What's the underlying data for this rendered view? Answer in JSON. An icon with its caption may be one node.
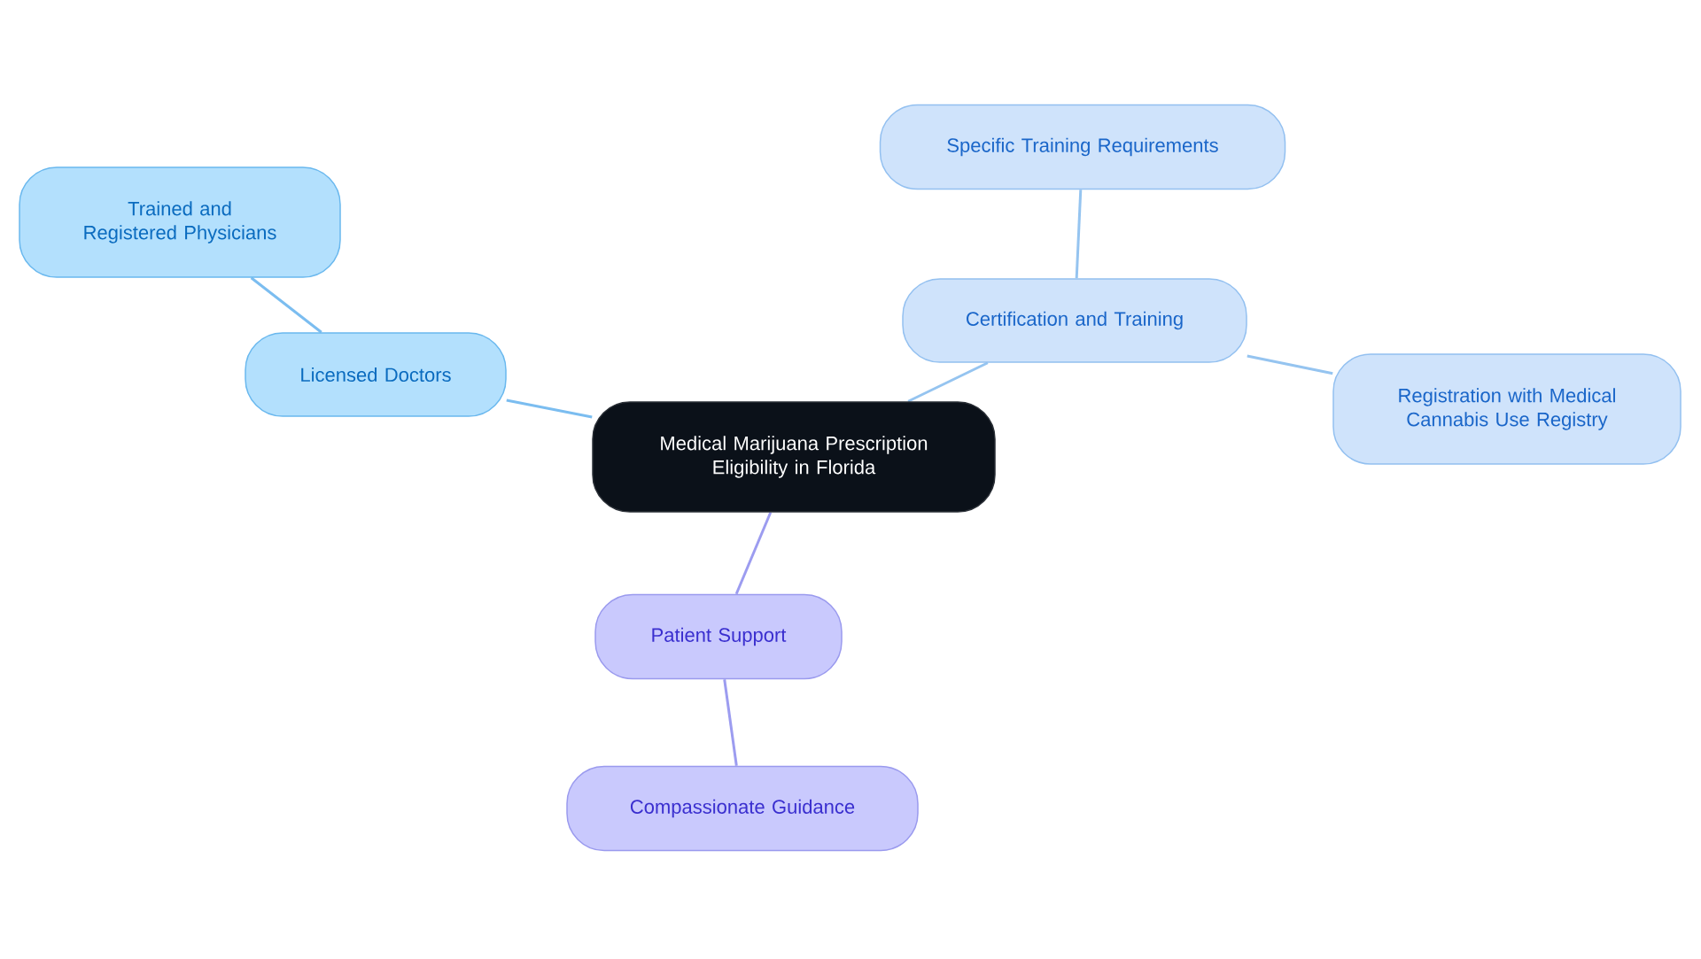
{
  "diagram": {
    "nodes": [
      {
        "text": [
          "Medical Marijuana Prescription Eligibility in Florida"
        ]
      },
      {
        "text": [
          "Licensed Doctors"
        ]
      },
      {
        "text": [
          "Trained and Registered Physicians"
        ]
      },
      {
        "text": [
          "Certification and Training"
        ]
      },
      {
        "text": [
          "Specific Training Requirements"
        ]
      },
      {
        "text": [
          "Registration with Medical Cannabis Use Registry"
        ]
      },
      {
        "text": [
          "Patient Support"
        ]
      },
      {
        "text": [
          "Compassionate Guidance"
        ]
      }
    ],
    "edges": [
      {
        "from": 0,
        "to": 1,
        "arrow": "none",
        "color": "#7bbdf0"
      },
      {
        "from": 1,
        "to": 2,
        "arrow": "none",
        "color": "#7bbdf0"
      },
      {
        "from": 0,
        "to": 3,
        "arrow": "none",
        "color": "#95c4f0"
      },
      {
        "from": 3,
        "to": 4,
        "arrow": "none",
        "color": "#95c4f0"
      },
      {
        "from": 3,
        "to": 5,
        "arrow": "none",
        "color": "#95c4f0"
      },
      {
        "from": 0,
        "to": 6,
        "arrow": "none",
        "color": "#9c9cf0"
      },
      {
        "from": 6,
        "to": 7,
        "arrow": "none",
        "color": "#9c9cf0"
      }
    ]
  }
}
